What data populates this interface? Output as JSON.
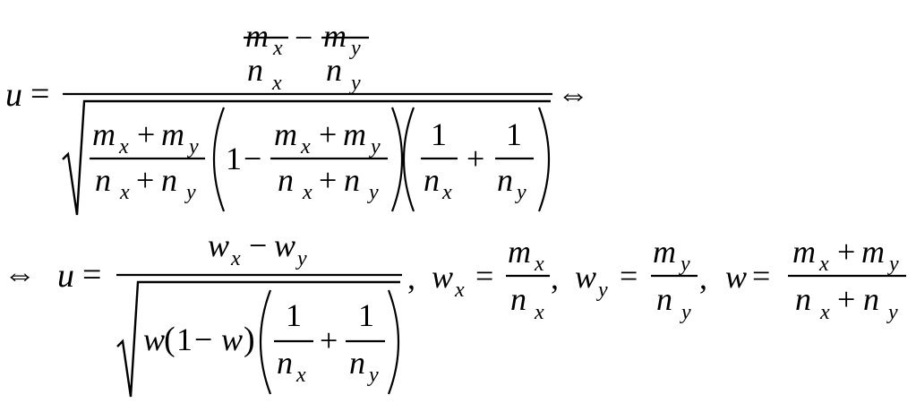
{
  "formula": {
    "var_u": "u",
    "var_m": "m",
    "var_n": "n",
    "var_w": "w",
    "sub_x": "x",
    "sub_y": "y",
    "one": "1",
    "equals": "=",
    "minus": "−",
    "plus": "+",
    "comma": ",",
    "lparen": "(",
    "rparen": ")",
    "equiv": "⇔"
  }
}
